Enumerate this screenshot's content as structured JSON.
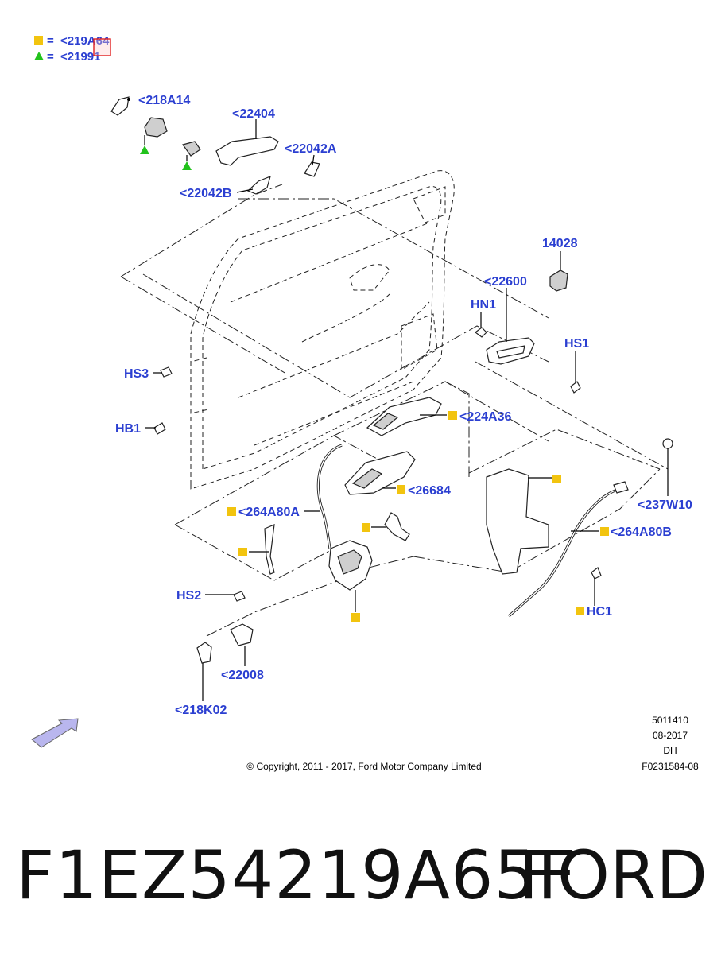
{
  "legend": {
    "square_label": "<219A64",
    "triangle_label": "<21991",
    "equals": "="
  },
  "callouts": {
    "c218A14": "<218A14",
    "c22404": "<22404",
    "c22042A": "<22042A",
    "c22042B": "<22042B",
    "c14028": "14028",
    "c22600": "<22600",
    "cHN1": "HN1",
    "cHS1": "HS1",
    "cHS3": "HS3",
    "cHB1": "HB1",
    "c224A36": "<224A36",
    "c26684": "<26684",
    "c237W10": "<237W10",
    "c264A80A": "<264A80A",
    "c264A80B": "<264A80B",
    "cHS2": "HS2",
    "cHC1": "HC1",
    "c22008": "<22008",
    "c218K02": "<218K02"
  },
  "meta": {
    "line1": "5011410",
    "line2": "08-2017",
    "line3": "DH",
    "line4": "F0231584-08"
  },
  "copyright": "© Copyright, 2011 - 2017, Ford Motor Company Limited",
  "footer": {
    "part_number": "F1EZ54219A65F",
    "brand": "FORD"
  },
  "colors": {
    "callout": "#2b3fd1",
    "square_marker": "#f2c40f",
    "triangle_marker": "#22c21c",
    "highlight_box": "#e02020",
    "arrow_fill": "#b9b6ee"
  }
}
